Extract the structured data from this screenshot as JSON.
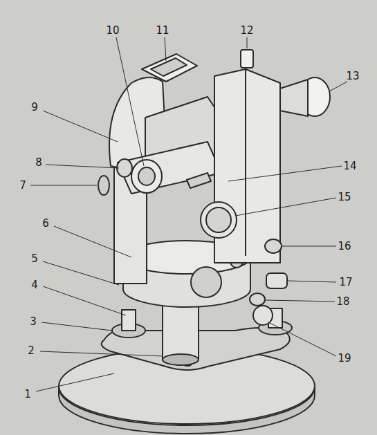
{
  "diagram": {
    "labels": [
      "10",
      "11",
      "12",
      "13",
      "9",
      "8",
      "7",
      "14",
      "15",
      "16",
      "17",
      "18",
      "19",
      "6",
      "5",
      "4",
      "3",
      "2",
      "1"
    ]
  }
}
